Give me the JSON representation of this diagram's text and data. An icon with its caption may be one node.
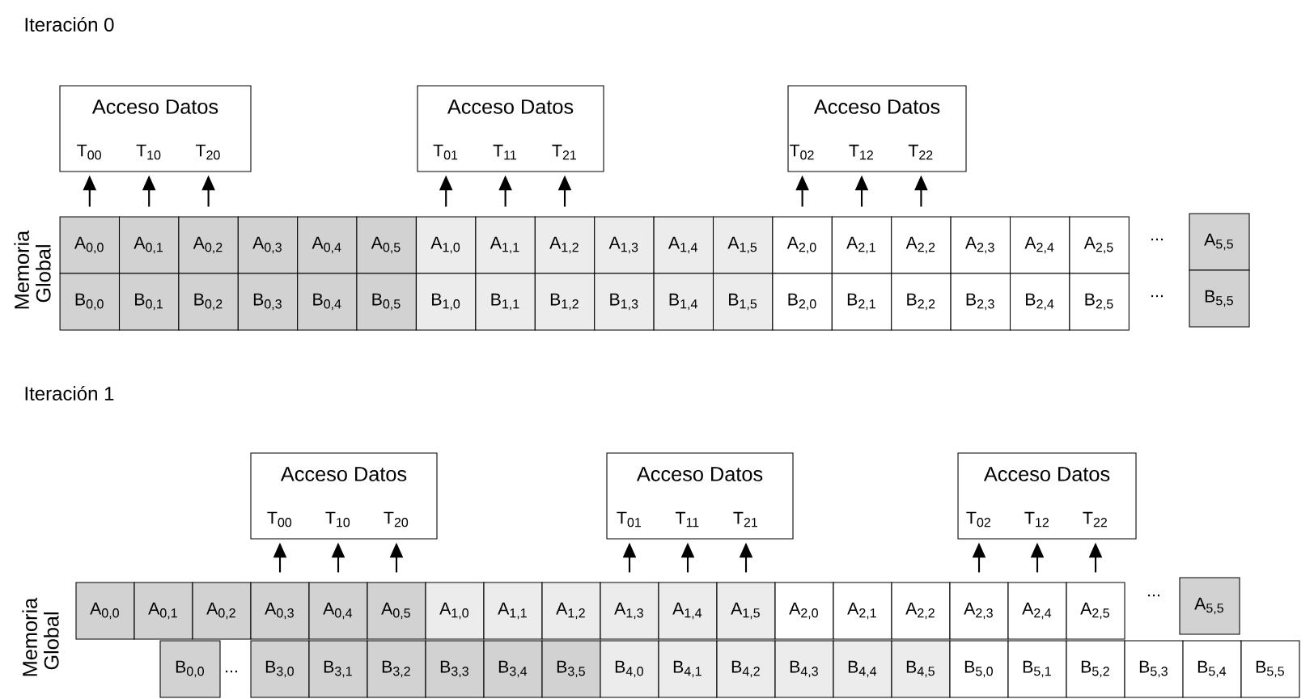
{
  "diagram": {
    "nodes": [
      {
        "text": [
          "Acceso Datos",
          "T$_{00}$",
          "T$_{10}$",
          "T$_{20}$"
        ]
      },
      {
        "text": [
          "Acceso Datos",
          "T$_{01}$",
          "T$_{11}$",
          "T$_{21}$"
        ]
      },
      {
        "text": [
          "Acceso Datos",
          "T$_{02}$",
          "T$_{12}$",
          "T$_{22}$"
        ]
      },
      {
        "text": [
          "A$_{0,0}$"
        ]
      },
      {
        "text": [
          "A$_{0,1}$"
        ]
      },
      {
        "text": [
          "A$_{0,2}$"
        ]
      },
      {
        "text": [
          "A$_{0,3}$"
        ]
      },
      {
        "text": [
          "A$_{0,4}$"
        ]
      },
      {
        "text": [
          "A$_{0,5}$"
        ]
      },
      {
        "text": [
          "A$_{1,0}$"
        ]
      },
      {
        "text": [
          "A$_{1,1}$"
        ]
      },
      {
        "text": [
          "A$_{1,2}$"
        ]
      },
      {
        "text": [
          "A$_{1,3}$"
        ]
      },
      {
        "text": [
          "A$_{1,4}$"
        ]
      },
      {
        "text": [
          "A$_{1,5}$"
        ]
      },
      {
        "text": [
          "A$_{2,0}$"
        ]
      },
      {
        "text": [
          "A$_{2,1}$"
        ]
      },
      {
        "text": [
          "A$_{2,2}$"
        ]
      },
      {
        "text": [
          "A$_{2,3}$"
        ]
      },
      {
        "text": [
          "A$_{2,4}$"
        ]
      },
      {
        "text": [
          "A$_{2,5}$"
        ]
      },
      {
        "text": [
          "A$_{5,5}$"
        ]
      },
      {
        "text": [
          "B$_{0,0}$"
        ]
      },
      {
        "text": [
          "B$_{0,1}$"
        ]
      },
      {
        "text": [
          "B$_{0,2}$"
        ]
      },
      {
        "text": [
          "B$_{0,3}$"
        ]
      },
      {
        "text": [
          "B$_{0,4}$"
        ]
      },
      {
        "text": [
          "B$_{0,5}$"
        ]
      },
      {
        "text": [
          "B$_{1,0}$"
        ]
      },
      {
        "text": [
          "B$_{1,1}$"
        ]
      },
      {
        "text": [
          "B$_{1,2}$"
        ]
      },
      {
        "text": [
          "B$_{1,3}$"
        ]
      },
      {
        "text": [
          "B$_{1,4}$"
        ]
      },
      {
        "text": [
          "B$_{1,5}$"
        ]
      },
      {
        "text": [
          "B$_{2,0}$"
        ]
      },
      {
        "text": [
          "B$_{2,1}$"
        ]
      },
      {
        "text": [
          "B$_{2,2}$"
        ]
      },
      {
        "text": [
          "B$_{2,3}$"
        ]
      },
      {
        "text": [
          "B$_{2,4}$"
        ]
      },
      {
        "text": [
          "B$_{2,5}$"
        ]
      },
      {
        "text": [
          "B$_{5,5}$"
        ]
      },
      {
        "text": [
          "Acceso Datos",
          "T$_{00}$",
          "T$_{10}$",
          "T$_{20}$"
        ]
      },
      {
        "text": [
          "Acceso Datos",
          "T$_{01}$",
          "T$_{11}$",
          "T$_{21}$"
        ]
      },
      {
        "text": [
          "Acceso Datos",
          "T$_{02}$",
          "T$_{12}$",
          "T$_{22}$"
        ]
      },
      {
        "text": [
          "A$_{0,0}$"
        ]
      },
      {
        "text": [
          "A$_{0,1}$"
        ]
      },
      {
        "text": [
          "A$_{0,2}$"
        ]
      },
      {
        "text": [
          "A$_{0,3}$"
        ]
      },
      {
        "text": [
          "A$_{0,4}$"
        ]
      },
      {
        "text": [
          "A$_{0,5}$"
        ]
      },
      {
        "text": [
          "A$_{1,0}$"
        ]
      },
      {
        "text": [
          "A$_{1,1}$"
        ]
      },
      {
        "text": [
          "A$_{1,2}$"
        ]
      },
      {
        "text": [
          "A$_{1,3}$"
        ]
      },
      {
        "text": [
          "A$_{1,4}$"
        ]
      },
      {
        "text": [
          "A$_{1,5}$"
        ]
      },
      {
        "text": [
          "A$_{2,0}$"
        ]
      },
      {
        "text": [
          "A$_{2,1}$"
        ]
      },
      {
        "text": [
          "A$_{2,2}$"
        ]
      },
      {
        "text": [
          "A$_{2,3}$"
        ]
      },
      {
        "text": [
          "A$_{2,4}$"
        ]
      },
      {
        "text": [
          "A$_{2,5}$"
        ]
      },
      {
        "text": [
          "A$_{5,5}$"
        ]
      },
      {
        "text": [
          "B$_{0,0}$"
        ]
      },
      {
        "text": [
          "B$_{3,0}$"
        ]
      },
      {
        "text": [
          "B$_{3,1}$"
        ]
      },
      {
        "text": [
          "B$_{3,2}$"
        ]
      },
      {
        "text": [
          "B$_{3,3}$"
        ]
      },
      {
        "text": [
          "B$_{3,4}$"
        ]
      },
      {
        "text": [
          "B$_{3,5}$"
        ]
      },
      {
        "text": [
          "B$_{4,0}$"
        ]
      },
      {
        "text": [
          "B$_{4,1}$"
        ]
      },
      {
        "text": [
          "B$_{4,2}$"
        ]
      },
      {
        "text": [
          "B$_{4,3}$"
        ]
      },
      {
        "text": [
          "B$_{4,4}$"
        ]
      },
      {
        "text": [
          "B$_{4,5}$"
        ]
      },
      {
        "text": [
          "B$_{5,0}$"
        ]
      },
      {
        "text": [
          "B$_{5,1}$"
        ]
      },
      {
        "text": [
          "B$_{5,2}$"
        ]
      },
      {
        "text": [
          "B$_{5,3}$"
        ]
      },
      {
        "text": [
          "B$_{5,4}$"
        ]
      },
      {
        "text": [
          "B$_{5,5}$"
        ]
      }
    ],
    "edges": [
      {
        "from": 3,
        "to": 0,
        "arrow": "to"
      },
      {
        "from": 4,
        "to": 0,
        "arrow": "to"
      },
      {
        "from": 5,
        "to": 0,
        "arrow": "to"
      },
      {
        "from": 9,
        "to": 1,
        "arrow": "to"
      },
      {
        "from": 10,
        "to": 1,
        "arrow": "to"
      },
      {
        "from": 11,
        "to": 1,
        "arrow": "to"
      },
      {
        "from": 15,
        "to": 2,
        "arrow": "to"
      },
      {
        "from": 16,
        "to": 2,
        "arrow": "to"
      },
      {
        "from": 17,
        "to": 2,
        "arrow": "to"
      },
      {
        "from": 47,
        "to": 41,
        "arrow": "to"
      },
      {
        "from": 48,
        "to": 41,
        "arrow": "to"
      },
      {
        "from": 49,
        "to": 41,
        "arrow": "to"
      },
      {
        "from": 53,
        "to": 42,
        "arrow": "to"
      },
      {
        "from": 54,
        "to": 42,
        "arrow": "to"
      },
      {
        "from": 55,
        "to": 42,
        "arrow": "to"
      },
      {
        "from": 59,
        "to": 43,
        "arrow": "to"
      },
      {
        "from": 60,
        "to": 43,
        "arrow": "to"
      },
      {
        "from": 61,
        "to": 43,
        "arrow": "to"
      }
    ],
    "labels": [
      "Iteración 0",
      "Memoria Global",
      "...",
      "...",
      "Iteración 1",
      "Memoria Global",
      "...",
      "..."
    ]
  }
}
